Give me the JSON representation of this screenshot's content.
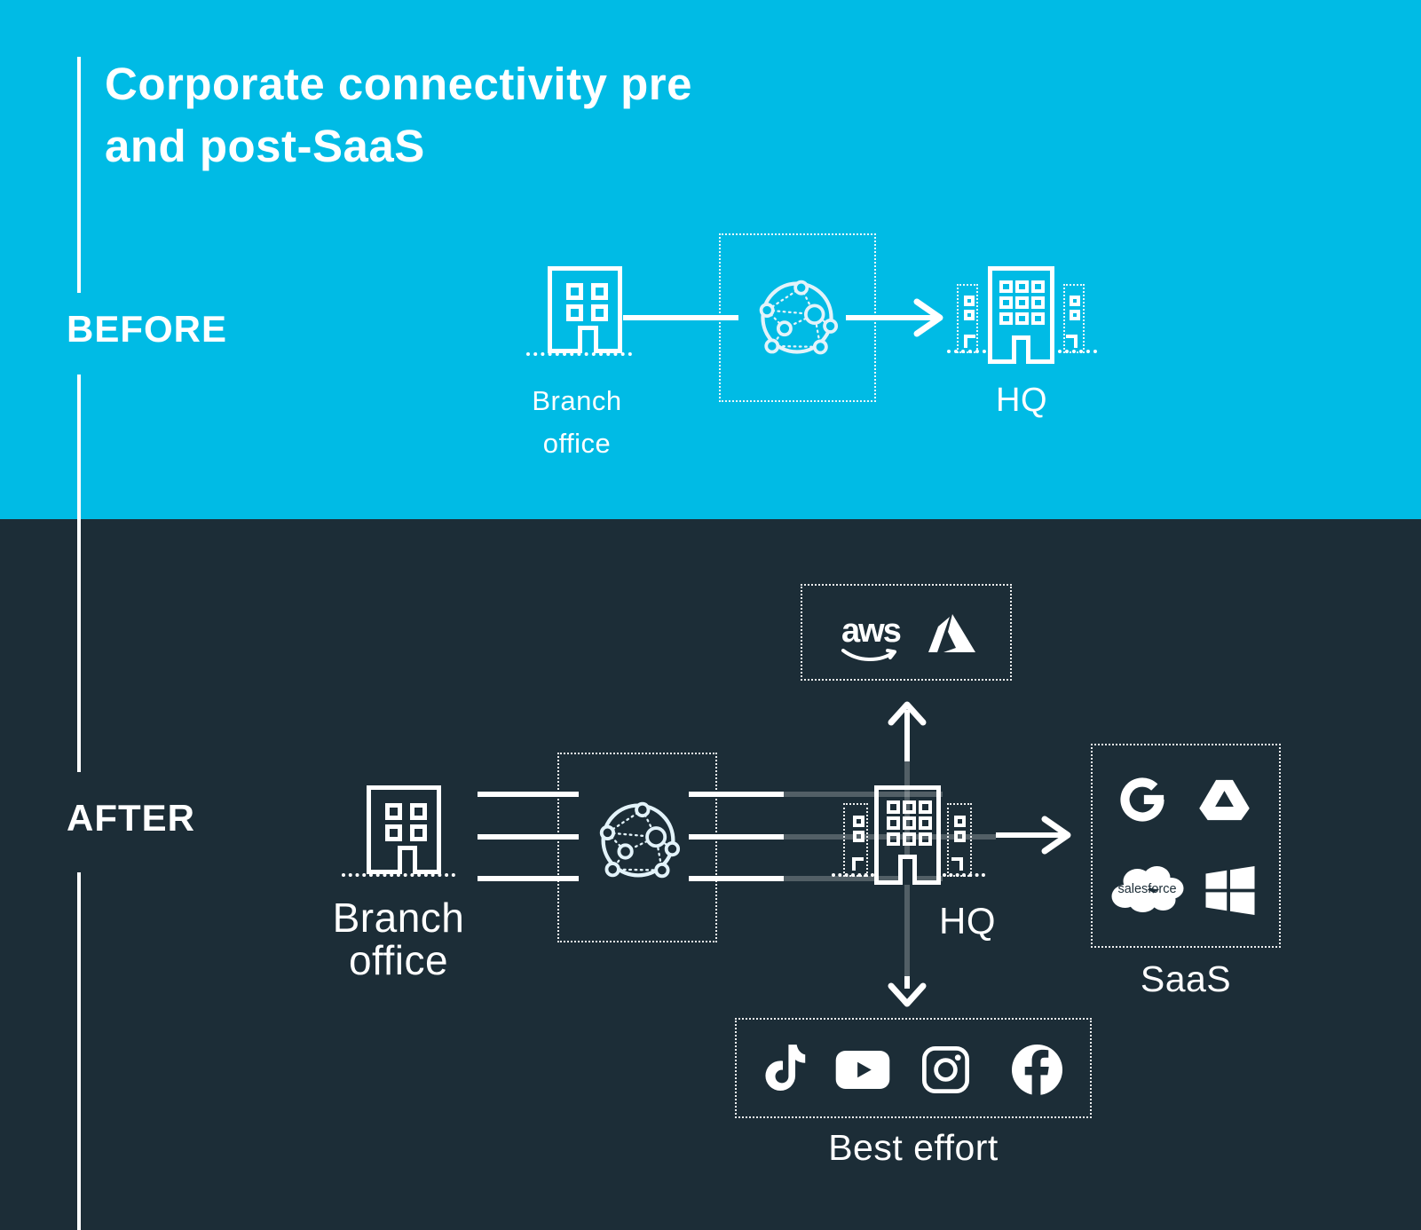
{
  "title": {
    "line1": "Corporate connectivity pre",
    "line2": "and post-SaaS"
  },
  "colors": {
    "cyan": "#00bbe5",
    "dark": "#1c2d37",
    "tint": "#e3f3fa",
    "dim": "rgba(255,255,255,0.24)"
  },
  "before": {
    "label": "BEFORE",
    "branch": {
      "line1": "Branch",
      "line2": "office"
    },
    "hq_label": "HQ"
  },
  "after": {
    "label": "AFTER",
    "branch": {
      "line1": "Branch",
      "line2": "office"
    },
    "hq_label": "HQ",
    "cloud_box": {
      "aws_text": "aws",
      "icons": [
        "aws-logo",
        "azure-logo"
      ]
    },
    "saas_box": {
      "label": "SaaS",
      "salesforce_text": "salesforce",
      "icons": [
        "google",
        "google-drive",
        "salesforce",
        "windows"
      ]
    },
    "best_effort_box": {
      "label": "Best effort",
      "icons": [
        "tiktok",
        "youtube",
        "instagram",
        "facebook"
      ]
    }
  }
}
